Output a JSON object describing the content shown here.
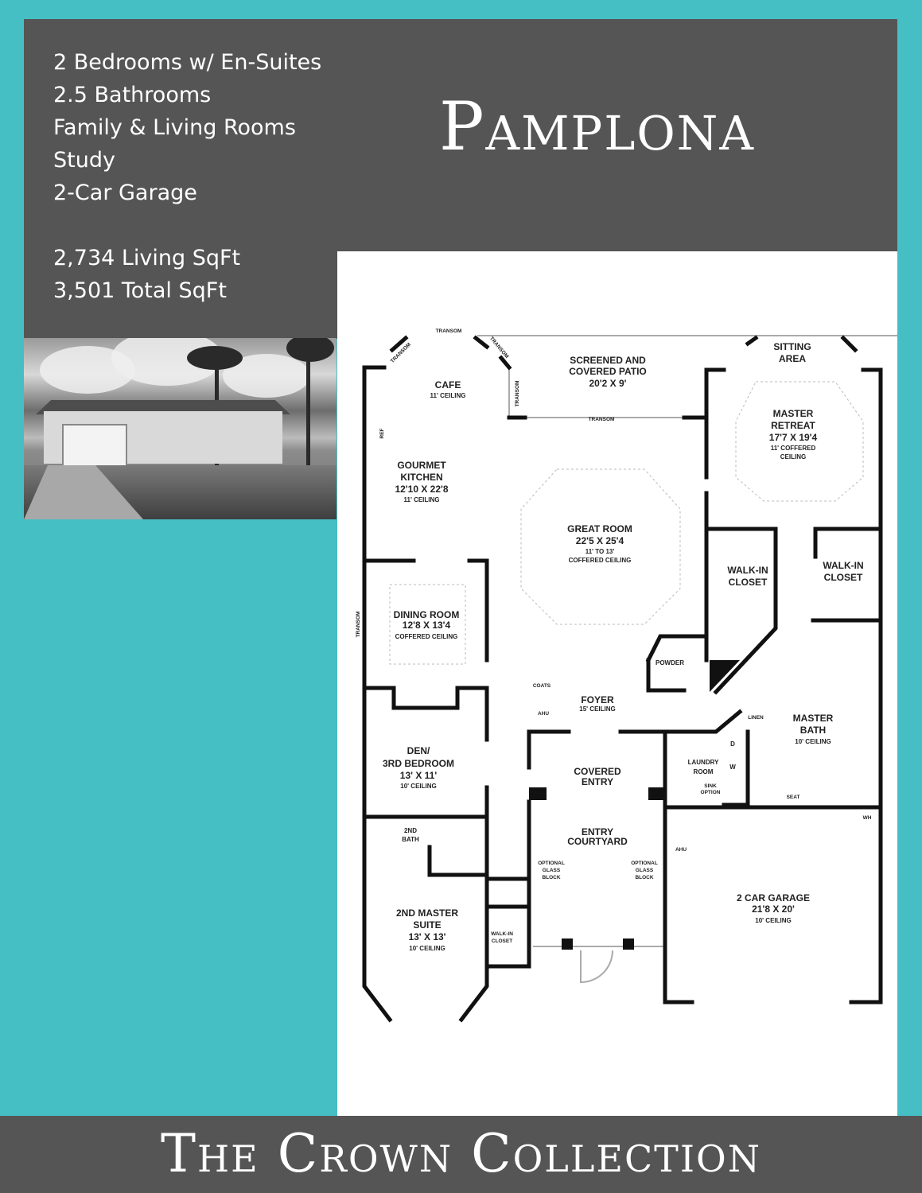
{
  "features": [
    "2 Bedrooms w/ En-Suites",
    "2.5 Bathrooms",
    "Family & Living Rooms",
    "Study",
    "2-Car Garage"
  ],
  "sqft": {
    "living": "2,734 Living SqFt",
    "total": "3,501 Total SqFt"
  },
  "model_name": "Pamplona",
  "collection": "The Crown Collection",
  "colors": {
    "background": "#45bfc4",
    "panel": "#555555",
    "plan": "#ffffff"
  },
  "photo": {
    "description_icon": "house-exterior-photo"
  },
  "floor_plan": {
    "annotations": {
      "transom": "TRANSOM",
      "ref": "REF",
      "coats": "COATS",
      "ahu": "AHU",
      "linen": "LINEN",
      "d": "D",
      "w": "W",
      "sink": "SINK",
      "option": "OPTION",
      "seat": "SEAT",
      "wh": "WH",
      "optional": "OPTIONAL",
      "glass": "GLASS",
      "block": "BLOCK",
      "walkin": "WALK-IN",
      "closet": "CLOSET"
    },
    "rooms": {
      "cafe": {
        "name": "CAFE",
        "ceiling": "11' CEILING"
      },
      "patio": {
        "name1": "SCREENED AND",
        "name2": "COVERED PATIO",
        "dims": "20'2 X 9'"
      },
      "sitting": {
        "name1": "SITTING",
        "name2": "AREA"
      },
      "master_retreat": {
        "name1": "MASTER",
        "name2": "RETREAT",
        "dims": "17'7 X 19'4",
        "ceiling1": "11' COFFERED",
        "ceiling2": "CEILING"
      },
      "kitchen": {
        "name1": "GOURMET",
        "name2": "KITCHEN",
        "dims": "12'10 X 22'8",
        "ceiling": "11' CEILING"
      },
      "great_room": {
        "name": "GREAT ROOM",
        "dims": "22'5 X 25'4",
        "ceiling1": "11' TO 13'",
        "ceiling2": "COFFERED CEILING"
      },
      "walkin1": {
        "name1": "WALK-IN",
        "name2": "CLOSET"
      },
      "walkin2": {
        "name1": "WALK-IN",
        "name2": "CLOSET"
      },
      "dining": {
        "name": "DINING ROOM",
        "dims": "12'8 X 13'4",
        "ceiling": "COFFERED CEILING"
      },
      "powder": {
        "name": "POWDER"
      },
      "foyer": {
        "name": "FOYER",
        "ceiling": "15' CEILING"
      },
      "master_bath": {
        "name1": "MASTER",
        "name2": "BATH",
        "ceiling": "10' CEILING"
      },
      "den": {
        "name1": "DEN/",
        "name2": "3RD BEDROOM",
        "dims": "13' X 11'",
        "ceiling": "10'  CEILING"
      },
      "covered_entry": {
        "name1": "COVERED",
        "name2": "ENTRY"
      },
      "laundry": {
        "name1": "LAUNDRY",
        "name2": "ROOM"
      },
      "second_bath": {
        "name1": "2ND",
        "name2": "BATH"
      },
      "courtyard": {
        "name1": "ENTRY",
        "name2": "COURTYARD"
      },
      "garage": {
        "name": "2 CAR GARAGE",
        "dims": "21'8 X 20'",
        "ceiling": "10' CEILING"
      },
      "second_master": {
        "name1": "2ND MASTER",
        "name2": "SUITE",
        "dims": "13' X 13'",
        "ceiling": "10'  CEILING"
      }
    }
  }
}
